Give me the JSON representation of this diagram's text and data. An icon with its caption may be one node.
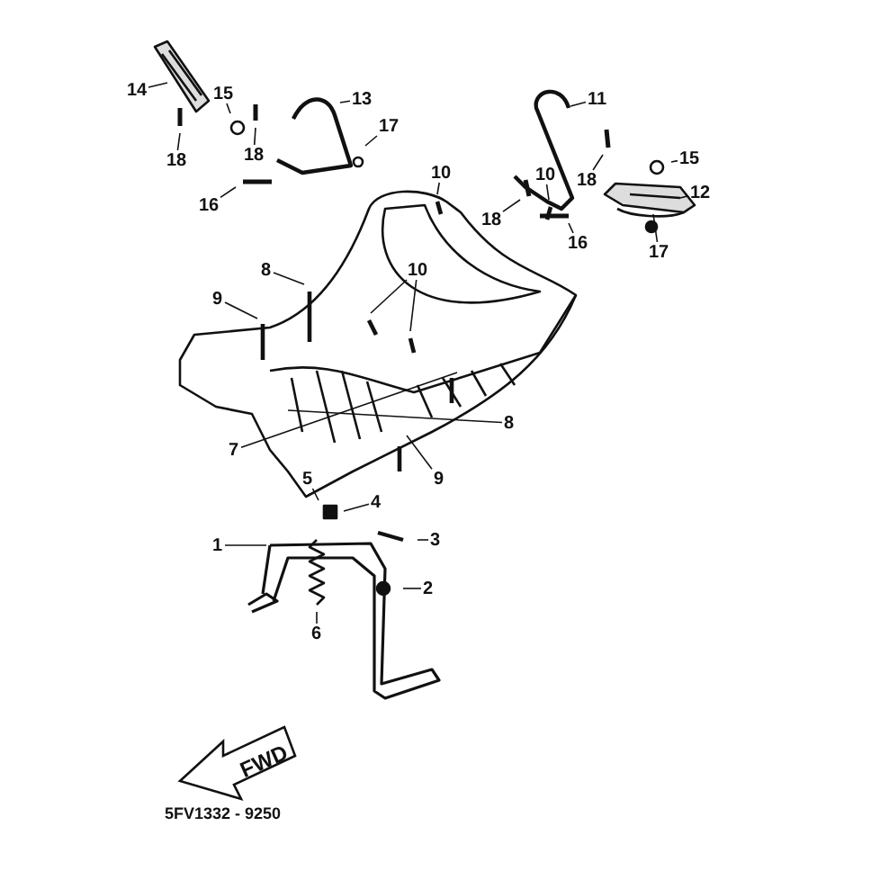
{
  "diagram": {
    "nodes": [
      {
        "text": [
          "14"
        ]
      },
      {
        "text": [
          "15"
        ]
      },
      {
        "text": [
          "13"
        ]
      },
      {
        "text": [
          "18"
        ]
      },
      {
        "text": [
          "18"
        ]
      },
      {
        "text": [
          "17"
        ]
      },
      {
        "text": [
          "16"
        ]
      },
      {
        "text": [
          "11"
        ]
      },
      {
        "text": [
          "18"
        ]
      },
      {
        "text": [
          "15"
        ]
      },
      {
        "text": [
          "12"
        ]
      },
      {
        "text": [
          "18"
        ]
      },
      {
        "text": [
          "16"
        ]
      },
      {
        "text": [
          "17"
        ]
      },
      {
        "text": [
          "10"
        ]
      },
      {
        "text": [
          "10"
        ]
      },
      {
        "text": [
          "8"
        ]
      },
      {
        "text": [
          "10"
        ]
      },
      {
        "text": [
          "9"
        ]
      },
      {
        "text": [
          "8"
        ]
      },
      {
        "text": [
          "7"
        ]
      },
      {
        "text": [
          "9"
        ]
      },
      {
        "text": [
          "5"
        ]
      },
      {
        "text": [
          "4"
        ]
      },
      {
        "text": [
          "1"
        ]
      },
      {
        "text": [
          "3"
        ]
      },
      {
        "text": [
          "2"
        ]
      },
      {
        "text": [
          "6"
        ]
      }
    ],
    "edges": [
      {
        "from": 0,
        "to": null,
        "arrow": "none"
      },
      {
        "from": 1,
        "to": null,
        "arrow": "none"
      },
      {
        "from": 2,
        "to": null,
        "arrow": "none"
      },
      {
        "from": 3,
        "to": null,
        "arrow": "none"
      },
      {
        "from": 4,
        "to": null,
        "arrow": "none"
      },
      {
        "from": 5,
        "to": null,
        "arrow": "none"
      },
      {
        "from": 6,
        "to": null,
        "arrow": "none"
      },
      {
        "from": 7,
        "to": null,
        "arrow": "none"
      },
      {
        "from": 8,
        "to": null,
        "arrow": "none"
      },
      {
        "from": 9,
        "to": null,
        "arrow": "none"
      },
      {
        "from": 10,
        "to": null,
        "arrow": "none"
      },
      {
        "from": 11,
        "to": null,
        "arrow": "none"
      },
      {
        "from": 12,
        "to": null,
        "arrow": "none"
      },
      {
        "from": 13,
        "to": null,
        "arrow": "none"
      },
      {
        "from": 14,
        "to": null,
        "arrow": "none"
      },
      {
        "from": 15,
        "to": null,
        "arrow": "none"
      },
      {
        "from": 16,
        "to": null,
        "arrow": "none"
      },
      {
        "from": 17,
        "to": null,
        "arrow": "none"
      },
      {
        "from": 17,
        "to": null,
        "arrow": "none"
      },
      {
        "from": 18,
        "to": null,
        "arrow": "none"
      },
      {
        "from": 19,
        "to": null,
        "arrow": "none"
      },
      {
        "from": 20,
        "to": null,
        "arrow": "none"
      },
      {
        "from": 21,
        "to": null,
        "arrow": "none"
      },
      {
        "from": 22,
        "to": null,
        "arrow": "none"
      },
      {
        "from": 23,
        "to": null,
        "arrow": "none"
      },
      {
        "from": 24,
        "to": null,
        "arrow": "none"
      },
      {
        "from": 25,
        "to": null,
        "arrow": "none"
      },
      {
        "from": 26,
        "to": null,
        "arrow": "none"
      },
      {
        "from": 27,
        "to": null,
        "arrow": "none"
      }
    ],
    "labels": [
      "FWD",
      "5FV1332 - 9250"
    ]
  }
}
